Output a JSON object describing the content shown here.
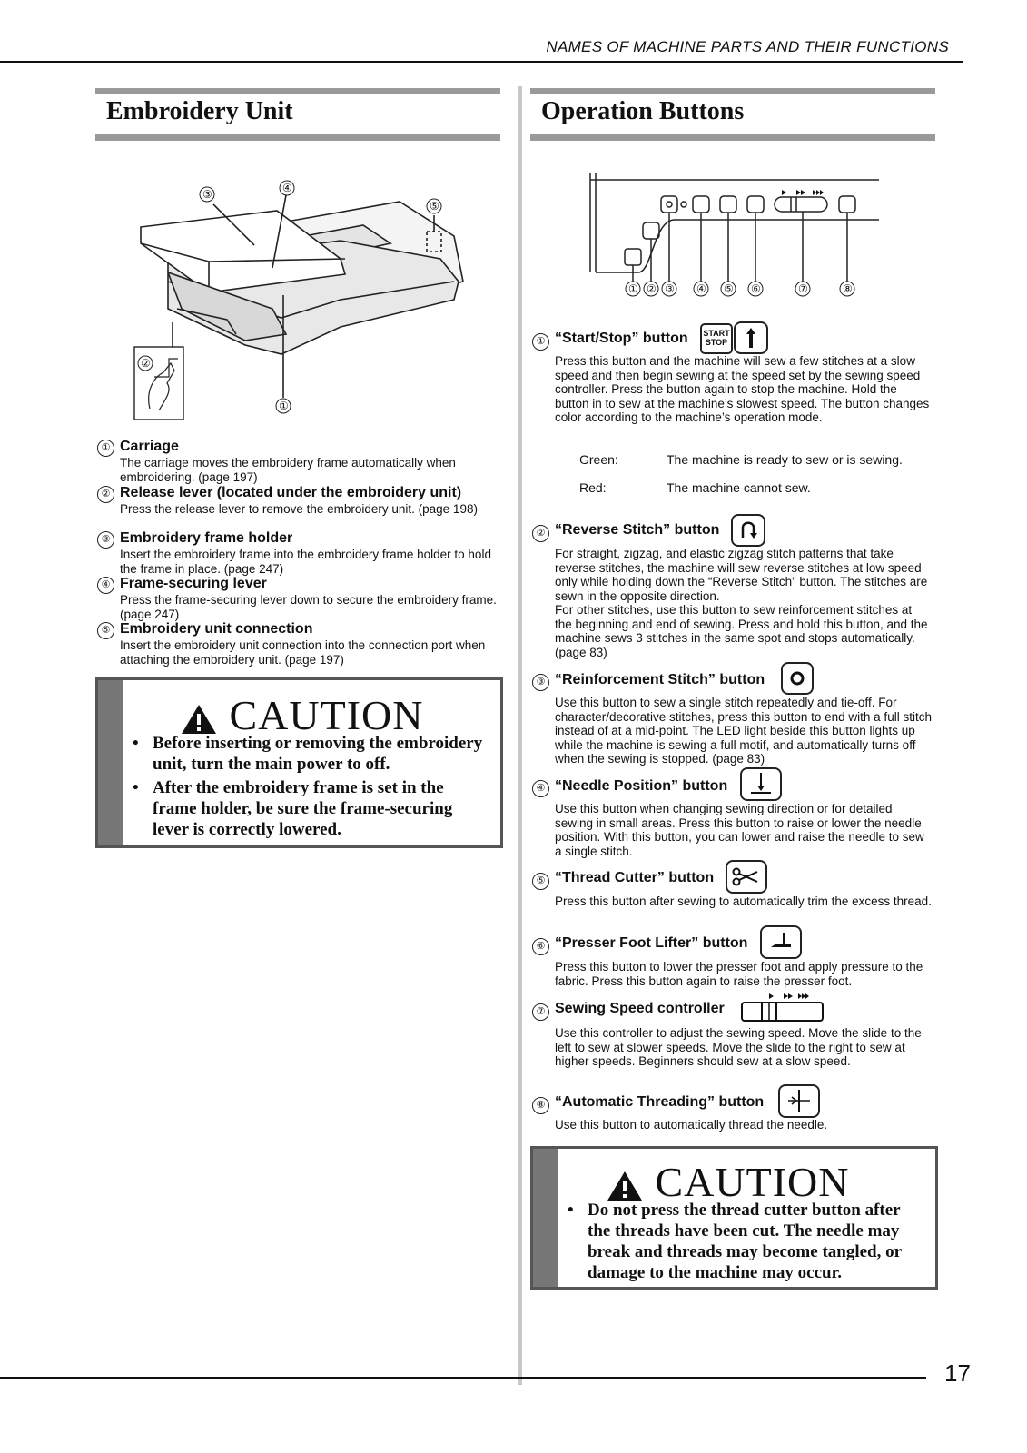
{
  "header": {
    "title": "NAMES OF MACHINE PARTS AND THEIR FUNCTIONS"
  },
  "left": {
    "title": "Embroidery Unit",
    "figure_callouts": [
      "①",
      "②",
      "③",
      "④",
      "⑤"
    ],
    "items": [
      {
        "num": "①",
        "title": "Carriage",
        "desc": "The carriage moves the embroidery frame automatically when embroidering. (page 197)"
      },
      {
        "num": "②",
        "title": "Release lever (located under the embroidery unit)",
        "desc": "Press the release lever to remove the embroidery unit. (page 198)"
      },
      {
        "num": "③",
        "title": "Embroidery frame holder",
        "desc": "Insert the embroidery frame into the embroidery frame holder to hold the frame in place. (page 247)"
      },
      {
        "num": "④",
        "title": "Frame-securing lever",
        "desc": "Press the frame-securing lever down to secure the embroidery frame. (page 247)"
      },
      {
        "num": "⑤",
        "title": "Embroidery unit connection",
        "desc": "Insert the embroidery unit connection into the connection port when attaching the embroidery unit. (page 197)"
      }
    ],
    "caution": {
      "title": "CAUTION",
      "points": [
        "Before inserting or removing the embroidery unit, turn the main power to off.",
        "After the embroidery frame is set in the frame holder, be sure the frame-securing lever is correctly lowered."
      ]
    }
  },
  "right": {
    "title": "Operation Buttons",
    "panel_callouts": [
      "①",
      "②",
      "③",
      "④",
      "⑤",
      "⑥",
      "⑦",
      "⑧"
    ],
    "start_stop_label": "START STOP",
    "items": [
      {
        "num": "①",
        "title": "“Start/Stop” button",
        "desc": "Press this button and the machine will sew a few stitches at a slow speed and then begin sewing at the speed set by the sewing speed controller. Press the button again to stop the machine. Hold the button in to sew at the machine’s slowest speed. The button changes color according to the machine’s operation mode."
      },
      {
        "num": "②",
        "title": "“Reverse Stitch” button",
        "desc": "For straight, zigzag, and elastic zigzag stitch patterns that take reverse stitches, the machine will sew reverse stitches at low speed only while holding down the “Reverse Stitch” button. The stitches are sewn in the opposite direction.\nFor other stitches, use this button to sew reinforcement stitches at the beginning and end of sewing. Press and hold this button, and the machine sews 3 stitches in the same spot and stops automatically. (page 83)"
      },
      {
        "num": "③",
        "title": "“Reinforcement Stitch” button",
        "desc": "Use this button to sew a single stitch repeatedly and tie-off. For character/decorative stitches, press this button to end with a full stitch instead of at a mid-point. The LED light beside this button lights up while the machine is sewing a full motif, and automatically turns off when the sewing is stopped. (page 83)"
      },
      {
        "num": "④",
        "title": "“Needle Position” button",
        "desc": "Use this button when changing sewing direction or for detailed sewing in small areas. Press this button to raise or lower the needle position. With this button, you can lower and raise the needle to sew a single stitch."
      },
      {
        "num": "⑤",
        "title": "“Thread Cutter” button",
        "desc": "Press this button after sewing to automatically trim the excess thread."
      },
      {
        "num": "⑥",
        "title": "“Presser Foot Lifter” button",
        "desc": "Press this button to lower the presser foot and apply pressure to the fabric. Press this button again to raise the presser foot."
      },
      {
        "num": "⑦",
        "title": "Sewing Speed controller",
        "desc": "Use this controller to adjust the sewing speed. Move the slide to the left to sew at slower speeds. Move the slide to the right to sew at higher speeds. Beginners should sew at a slow speed."
      },
      {
        "num": "⑧",
        "title": "“Automatic Threading” button",
        "desc": "Use this button to automatically thread the needle."
      }
    ],
    "colors": [
      {
        "label": "Green:",
        "text": "The machine is ready to sew or is sewing."
      },
      {
        "label": "Red:",
        "text": "The machine cannot sew."
      }
    ],
    "caution": {
      "title": "CAUTION",
      "points": [
        "Do not press the thread cutter button after the threads have been cut. The needle may break and threads may become tangled, or damage to the machine may occur."
      ]
    }
  },
  "page_number": "17"
}
